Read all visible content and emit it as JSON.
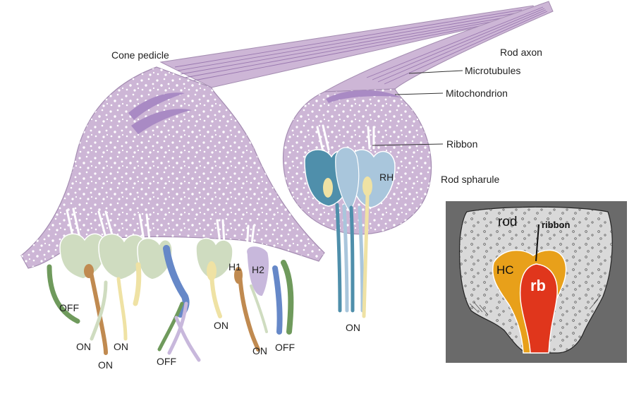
{
  "labels": {
    "cone_pedicle": "Cone pedicle",
    "rod_axon": "Rod axon",
    "microtubules": "Microtubules",
    "mitochondrion": "Mitochondrion",
    "ribbon": "Ribbon",
    "rh": "RH",
    "rod_spharule": "Rod spharule",
    "h1": "H1",
    "h2": "H2",
    "off_left": "OFF",
    "on_a": "ON",
    "on_b": "ON",
    "on_c": "ON",
    "off_bottom": "OFF",
    "on_d": "ON",
    "on_e": "ON",
    "off_right": "OFF",
    "on_rod": "ON"
  },
  "inset": {
    "rod": "rod",
    "ribbon": "ribbon",
    "hc": "HC",
    "rb": "rb"
  },
  "colors": {
    "terminal": "#cdb6d6",
    "terminal_stroke": "#a58db2",
    "mito": "#a98ac4",
    "green_pale": "#cfdcc0",
    "green_dark": "#6f9a5c",
    "orange_brown": "#c08a50",
    "yellow_pale": "#efe2a4",
    "blue": "#6688c8",
    "lavender": "#c8b8dc",
    "teal": "#4f8fab",
    "light_blue": "#a9c6dc",
    "inset_bg": "#6a6a6a",
    "inset_cell": "#d9d9d9",
    "hc_orange": "#e8a01a",
    "rb_red": "#e0361c"
  }
}
